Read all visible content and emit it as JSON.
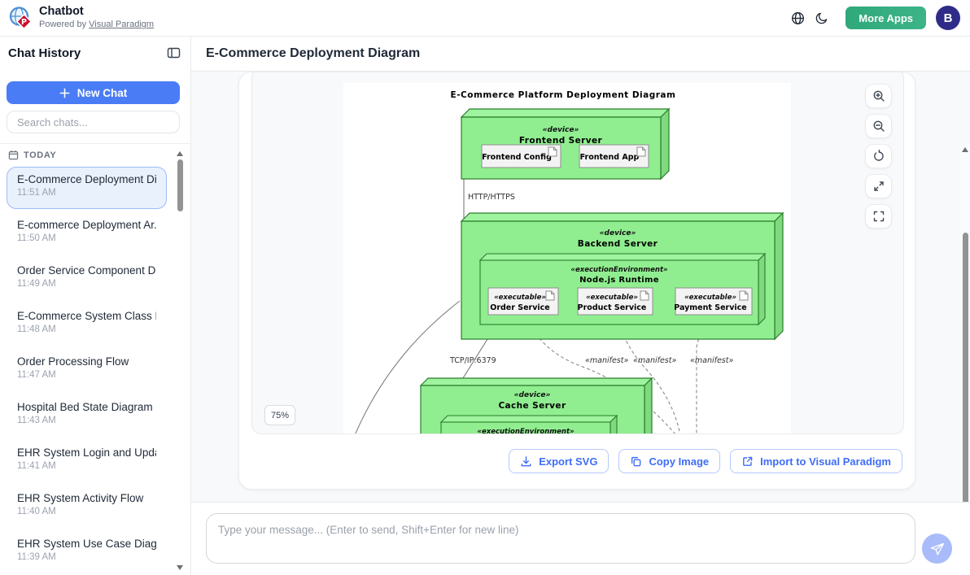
{
  "topbar": {
    "app_title": "Chatbot",
    "powered_by_prefix": "Powered by",
    "powered_by_link": "Visual Paradigm",
    "more_apps_label": "More Apps",
    "avatar_letter": "B"
  },
  "sidebar": {
    "title": "Chat History",
    "new_chat_label": "New Chat",
    "search_placeholder": "Search chats...",
    "section_label": "TODAY",
    "items": [
      {
        "title": "E-Commerce Deployment Di...",
        "time": "11:51 AM",
        "selected": true
      },
      {
        "title": "E-commerce Deployment Ar...",
        "time": "11:50 AM",
        "selected": false
      },
      {
        "title": "Order Service Component Di...",
        "time": "11:49 AM",
        "selected": false
      },
      {
        "title": "E-Commerce System Class Di...",
        "time": "11:48 AM",
        "selected": false
      },
      {
        "title": "Order Processing Flow",
        "time": "11:47 AM",
        "selected": false
      },
      {
        "title": "Hospital Bed State Diagram",
        "time": "11:43 AM",
        "selected": false
      },
      {
        "title": "EHR System Login and Upda...",
        "time": "11:41 AM",
        "selected": false
      },
      {
        "title": "EHR System Activity Flow",
        "time": "11:40 AM",
        "selected": false
      },
      {
        "title": "EHR System Use Case Diagram",
        "time": "11:39 AM",
        "selected": false
      }
    ]
  },
  "main": {
    "page_title": "E-Commerce Deployment Diagram",
    "viewer": {
      "zoom_level": "75%"
    },
    "actions": {
      "export_svg": "Export SVG",
      "copy_image": "Copy Image",
      "import_vp": "Import to Visual Paradigm"
    },
    "composer_placeholder": "Type your message... (Enter to send, Shift+Enter for new line)"
  },
  "diagram": {
    "canvas_title": "E-Commerce Platform Deployment Diagram",
    "frontend": {
      "stereotype": "«device»",
      "name": "Frontend Server",
      "artifacts": [
        "Frontend Config",
        "Frontend App"
      ]
    },
    "backend": {
      "stereotype": "«device»",
      "name": "Backend Server",
      "runtime": {
        "stereotype": "«executionEnvironment»",
        "name": "Node.js Runtime",
        "artifacts": [
          {
            "stereotype": "«executable»",
            "name": "Order Service"
          },
          {
            "stereotype": "«executable»",
            "name": "Product Service"
          },
          {
            "stereotype": "«executable»",
            "name": "Payment Service"
          }
        ]
      }
    },
    "cache": {
      "stereotype": "«device»",
      "name": "Cache Server",
      "env_stereotype": "«executionEnvironment»"
    },
    "edges": {
      "http": "HTTP/HTTPS",
      "tcp": "TCP/IP:6379",
      "manifest": "«manifest»"
    }
  },
  "colors": {
    "primary_blue": "#4a7df5",
    "action_blue": "#3f6df5",
    "more_apps_green": "#34aa7e",
    "avatar_indigo": "#2e2c88",
    "node_green": "#90ee90",
    "node_border_green": "#2a7d2a",
    "selected_item_bg": "#e9f1fd"
  },
  "icons": {
    "logo": "visual-paradigm-globe-logo",
    "topbar": [
      "globe-icon",
      "moon-icon"
    ],
    "sidebar": [
      "panel-collapse-icon",
      "plus-icon",
      "calendar-icon"
    ],
    "viewer_controls": [
      "zoom-in-icon",
      "zoom-out-icon",
      "reset-view-icon",
      "expand-icon",
      "fullscreen-icon"
    ],
    "actions": [
      "download-icon",
      "copy-icon",
      "external-link-icon"
    ],
    "composer": "send-icon"
  }
}
